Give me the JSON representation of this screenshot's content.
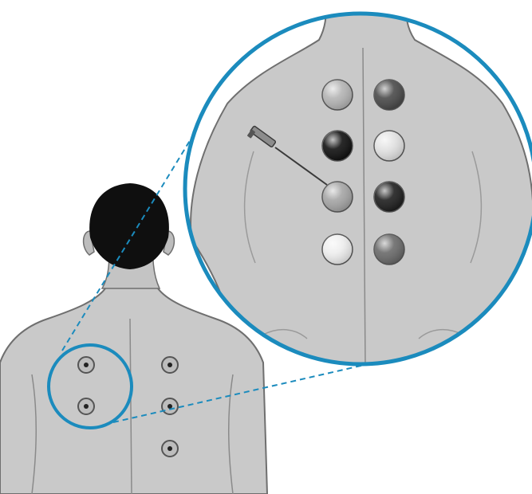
{
  "colors": {
    "background": "#ffffff",
    "skin": "#c9c9c9",
    "skin_shadow": "#a9a9a9",
    "outline": "#6f6f6f",
    "hair": "#0f0f0f",
    "accent": "#1b8bbd"
  },
  "icons": [
    "person-back",
    "magnifier-circle",
    "needle"
  ],
  "back_markers": [
    {
      "side": "left",
      "row": 1
    },
    {
      "side": "left",
      "row": 2
    },
    {
      "side": "right",
      "row": 1
    },
    {
      "side": "right",
      "row": 2
    },
    {
      "side": "right",
      "row": 3
    }
  ],
  "zoom_drops": [
    {
      "side": "left",
      "row": 1,
      "shade": "#b4b4b4"
    },
    {
      "side": "right",
      "row": 1,
      "shade": "#4a4a4a"
    },
    {
      "side": "left",
      "row": 2,
      "shade": "#111111"
    },
    {
      "side": "right",
      "row": 2,
      "shade": "#e2e2e2"
    },
    {
      "side": "left",
      "row": 3,
      "shade": "#a5a5a5"
    },
    {
      "side": "right",
      "row": 3,
      "shade": "#1f1f1f"
    },
    {
      "side": "left",
      "row": 4,
      "shade": "#eeeeee"
    },
    {
      "side": "right",
      "row": 4,
      "shade": "#6a6a6a"
    }
  ]
}
